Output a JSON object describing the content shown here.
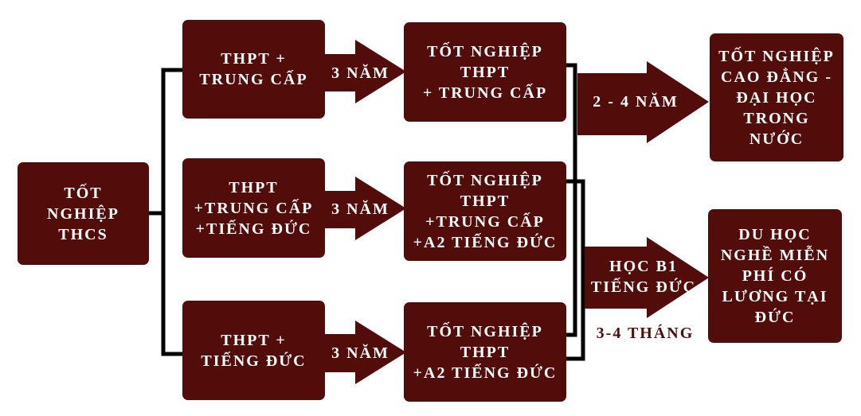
{
  "colors": {
    "box": "#520c09",
    "line": "#000000"
  },
  "start": "TỐT\nNGHIỆP\nTHCS",
  "programs": [
    "THPT +\nTRUNG CẤP",
    "THPT\n+TRUNG CẤP\n+TIẾNG ĐỨC",
    "THPT +\nTIẾNG ĐỨC"
  ],
  "durations": [
    "3 NĂM",
    "3 NĂM",
    "3 NĂM"
  ],
  "graduations": [
    "TỐT NGHIỆP\nTHPT\n+ TRUNG CẤP",
    "TỐT NGHIỆP\nTHPT\n+TRUNG CẤP\n+A2 TIẾNG ĐỨC",
    "TỐT NGHIỆP\nTHPT\n+A2 TIẾNG ĐỨC"
  ],
  "path_domestic": {
    "arrow": "2 - 4 NĂM",
    "result": "TỐT NGHIỆP\nCAO ĐẲNG -\nĐẠI HỌC\nTRONG\nNƯỚC"
  },
  "path_abroad": {
    "arrow": "HỌC B1\nTIẾNG ĐỨC",
    "duration": "3-4 THÁNG",
    "result": "DU HỌC\nNGHỀ MIỄN\nPHÍ CÓ\nLƯƠNG TẠI\nĐỨC"
  }
}
